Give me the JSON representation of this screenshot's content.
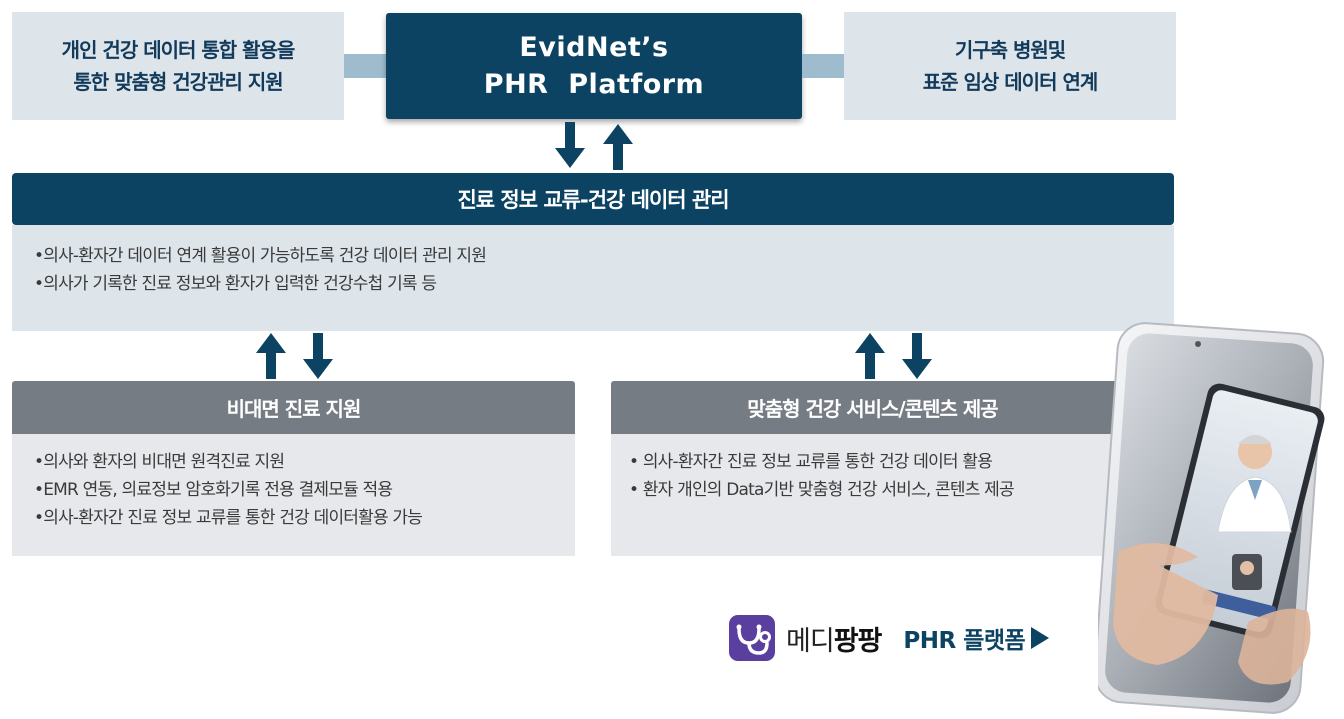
{
  "top": {
    "left_text": [
      "개인 건강 데이터 통합 활용을",
      "통한 맞춤형 건강관리 지원"
    ],
    "center_text": [
      "EvidNet’s",
      "PHR  Platform"
    ],
    "right_text": [
      "기구축 병원및",
      "표준 임상 데이터 연계"
    ]
  },
  "exchange": {
    "title": "진료 정보 교류-건강 데이터 관리",
    "bullets": [
      "•의사-환자간 데이터 연계 활용이 가능하도록 건강 데이터 관리 지원",
      "•의사가 기록한 진료 정보와 환자가 입력한 건강수첩 기록 등"
    ]
  },
  "telemed": {
    "title": "비대면 진료 지원",
    "bullets": [
      "•의사와 환자의 비대면 원격진료 지원",
      "•EMR 연동, 의료정보 암호화기록  전용 결제모듈 적용",
      "•의사-환자간 진료 정보 교류를 통한 건강 데이터활용 가능"
    ]
  },
  "custom": {
    "title": "맞춤형 건강 서비스/콘텐츠 제공",
    "bullets": [
      "• 의사-환자간 진료 정보 교류를 통한 건강 데이터 활용",
      "• 환자 개인의 Data기반 맞춤형 건강 서비스, 콘텐츠 제공"
    ]
  },
  "brand": {
    "name_light": "메디",
    "name_bold": "팡팡",
    "platform": "PHR 플랫폼"
  },
  "colors": {
    "navy": "#0c4363",
    "light_box": "#dde4ea",
    "gray_header": "#767c84",
    "gray_body": "#e6e8eb",
    "brand_purple": "#5a3f9e"
  }
}
